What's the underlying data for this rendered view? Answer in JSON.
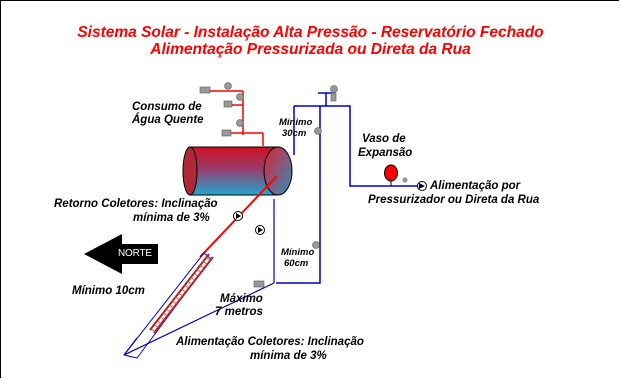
{
  "title": {
    "line1": "Sistema Solar - Instalação Alta Pressão - Reservatório Fechado",
    "line2": "Alimentação Pressurizada ou Direta da Rua"
  },
  "labels": {
    "consumo_1": "Consumo de",
    "consumo_2": "Água Quente",
    "minimo30_1": "Mínimo",
    "minimo30_2": "30cm",
    "vaso_1": "Vaso de",
    "vaso_2": "Expansão",
    "alim_press_1": "Alimentação por",
    "alim_press_2": "Pressurizador ou Direta da Rua",
    "retorno_1": "Retorno Coletores: Inclinação",
    "retorno_2": "mínima de 3%",
    "norte": "NORTE",
    "minimo60_1": "Mínimo",
    "minimo60_2": "60cm",
    "minimo10": "Mínimo 10cm",
    "maximo_1": "Máximo",
    "maximo_2": "7 metros",
    "alim_col_1": "Alimentação Coletores: Inclinação",
    "alim_col_2": "mínima de 3%"
  },
  "colors": {
    "title": "#ff0000",
    "hot_pipe": "#ff0000",
    "cold_pipe": "#0000cc",
    "tank_top": "#d01020",
    "tank_bottom": "#20a0c8",
    "collector": "#c02020",
    "expansion_vessel": "#ff0000"
  }
}
